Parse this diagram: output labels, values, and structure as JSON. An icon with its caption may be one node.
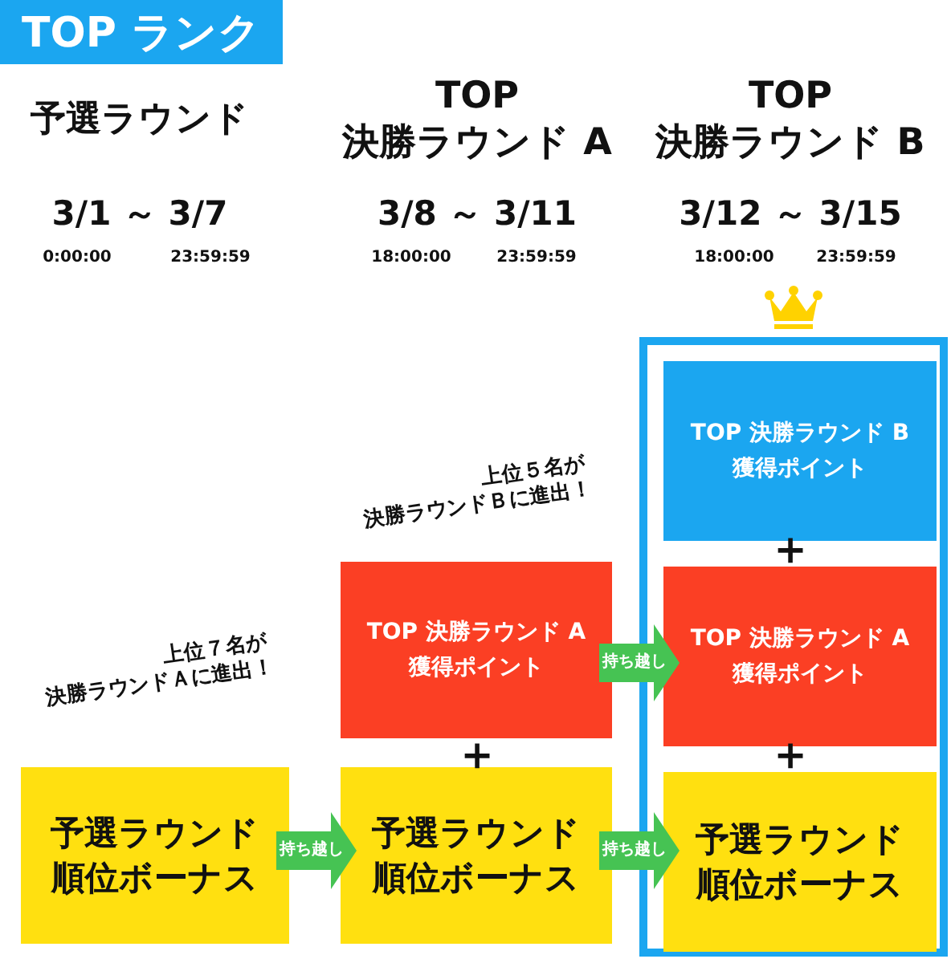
{
  "diagram": {
    "nodes": [
      {
        "text": [
          "TOP ランク"
        ]
      },
      {
        "text": [
          "予選ラウンド順位ボーナス"
        ]
      },
      {
        "text": [
          "TOP 決勝ラウンド A 獲得ポイント"
        ]
      },
      {
        "text": [
          "予選ラウンド順位ボーナス"
        ]
      },
      {
        "text": [],
        "shape": "box"
      },
      {
        "text": [
          "TOP 決勝ラウンド B 獲得ポイント"
        ],
        "in": 4
      },
      {
        "text": [
          "TOP 決勝ラウンド A 獲得ポイント"
        ],
        "in": 4
      },
      {
        "text": [
          "予選ラウンド順位ボーナス"
        ],
        "in": 4
      }
    ],
    "edges": [
      {
        "from": 1,
        "to": 3,
        "arrow": "to",
        "label": "持ち越し"
      },
      {
        "from": 2,
        "to": 6,
        "arrow": "to",
        "label": "持ち越し"
      },
      {
        "from": 3,
        "to": 7,
        "arrow": "to",
        "label": "持ち越し"
      }
    ],
    "labels": [
      "予選ラウンド",
      "TOP 決勝ラウンド A",
      "TOP 決勝ラウンド B",
      "3/1 ～ 3/7",
      "3/8 ～ 3/11",
      "3/12 ～ 3/15",
      "0:00:00",
      "23:59:59",
      "18:00:00",
      "23:59:59",
      "18:00:00",
      "23:59:59",
      "上位５名が決勝ラウンドＢに進出！",
      "＋",
      "上位７名が決勝ラウンドＡに進出！",
      "＋",
      "＋"
    ]
  }
}
